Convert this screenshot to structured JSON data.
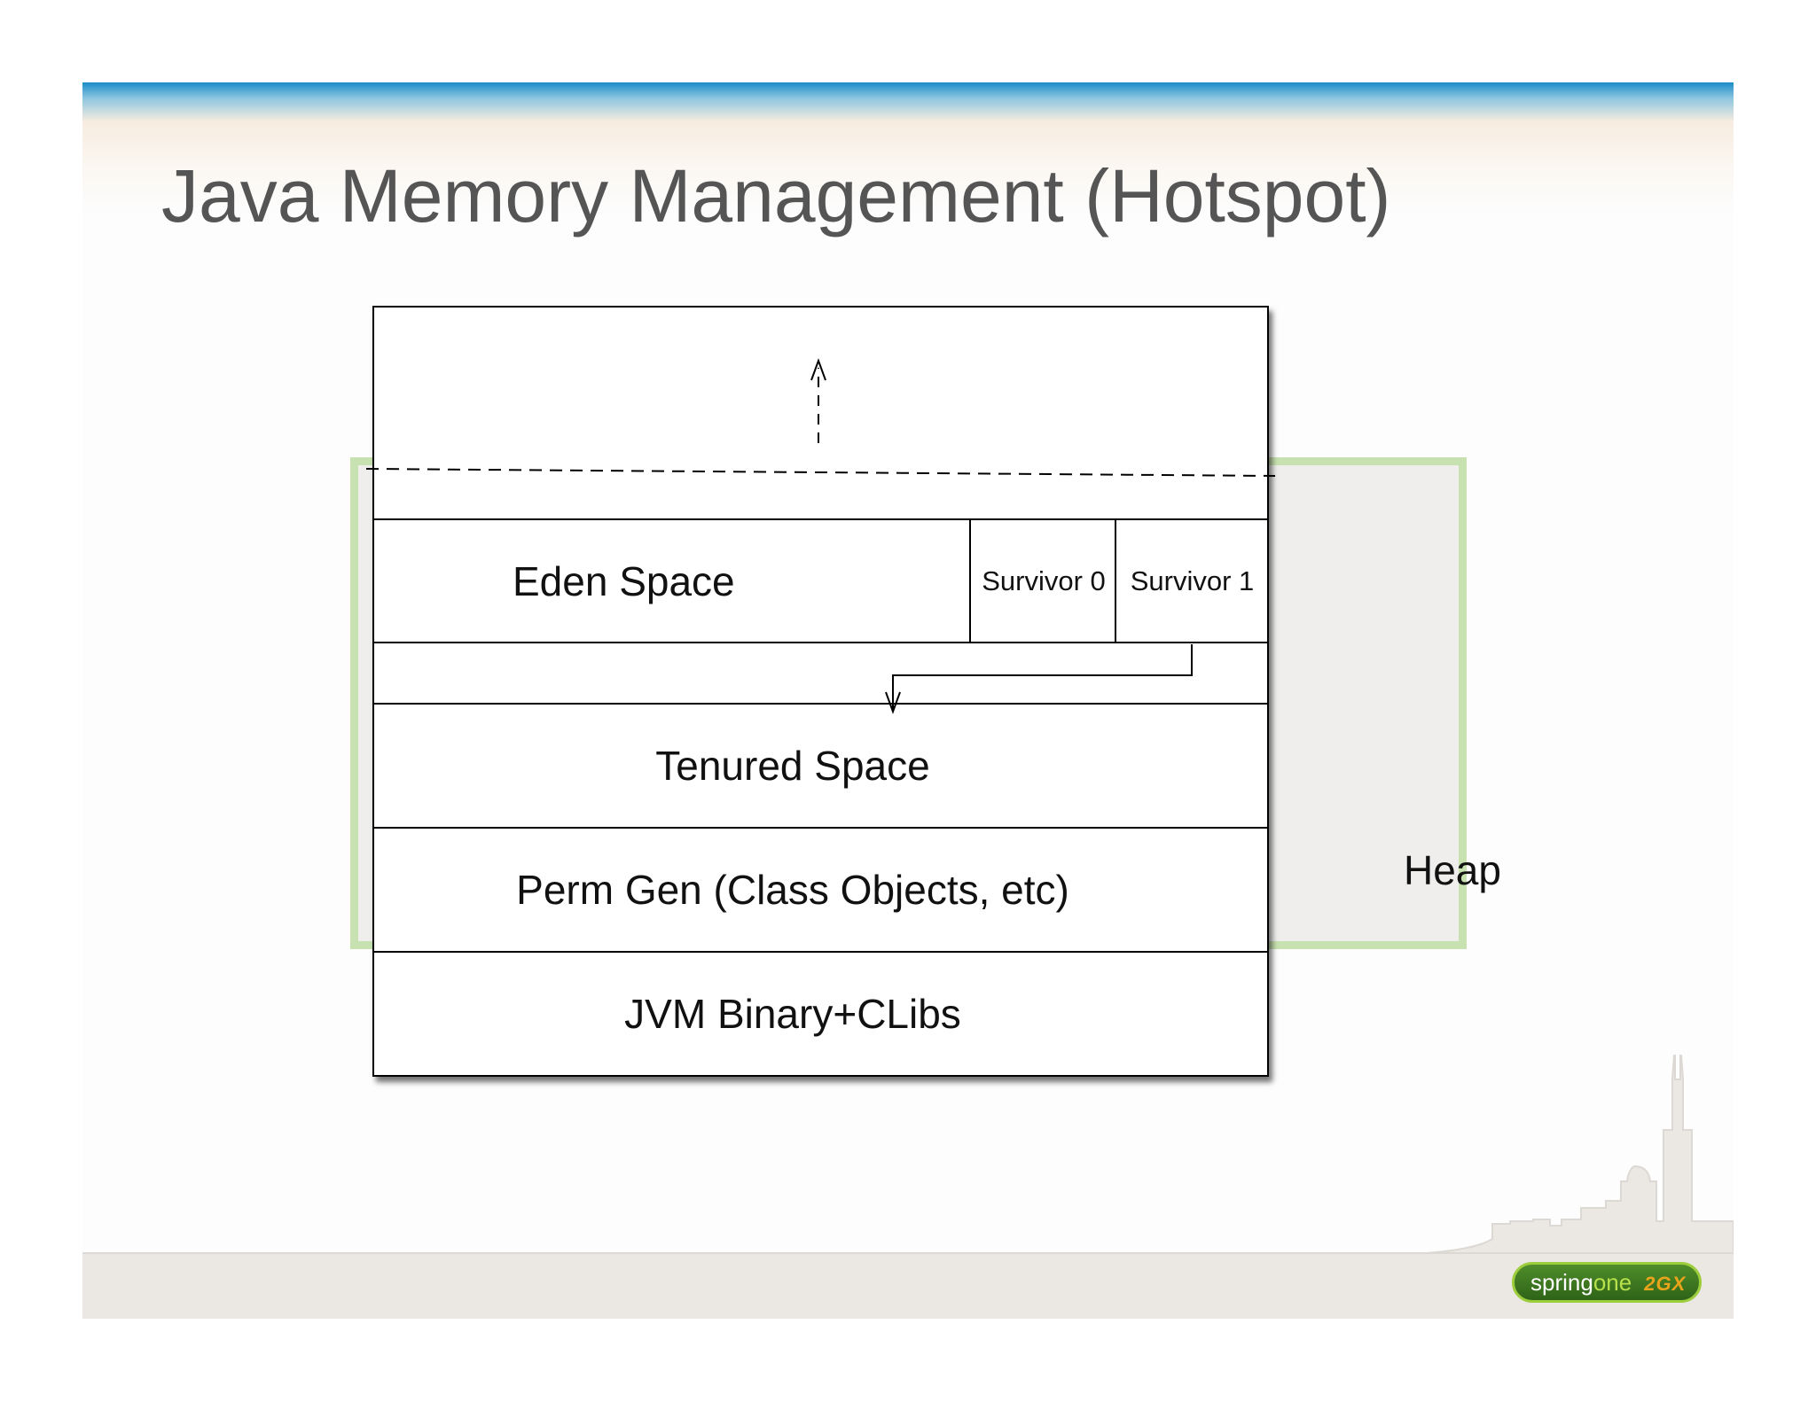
{
  "slide": {
    "title": "Java Memory Management (Hotspot)"
  },
  "diagram": {
    "eden": "Eden Space",
    "survivor0": "Survivor 0",
    "survivor1": "Survivor 1",
    "tenured": "Tenured Space",
    "permgen": "Perm Gen (Class Objects, etc)",
    "jvm": "JVM Binary+CLibs",
    "heap": "Heap"
  },
  "logo": {
    "part1": "spring",
    "part2": "one",
    "part3": "2GX"
  },
  "colors": {
    "heap_border": "#c7e2b0",
    "heap_fill": "#efeeed",
    "top_band": "#1a8cc9",
    "logo_green": "#3d7a22"
  }
}
